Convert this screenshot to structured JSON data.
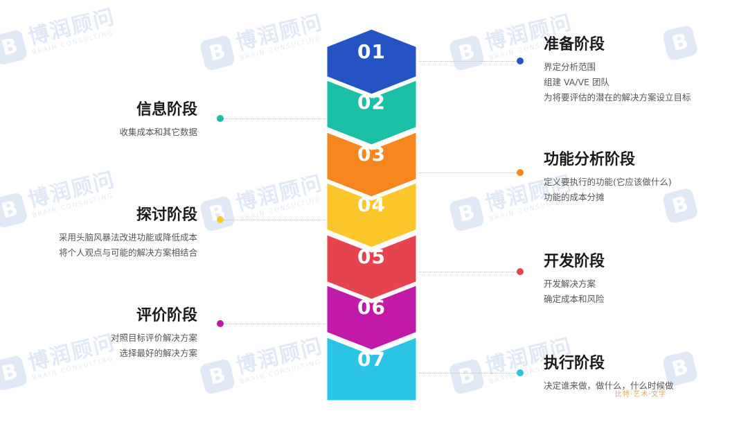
{
  "watermark": {
    "brand_cn": "博润顾问",
    "brand_en": "BRAIN CONSULTING",
    "logo_letter": "B"
  },
  "colors": {
    "s01": "#2454c4",
    "s02": "#1bbfa6",
    "s03": "#f7861f",
    "s04": "#fbc72a",
    "s05": "#e5444e",
    "s06": "#c11aa8",
    "s07": "#2cc4e4"
  },
  "stages": [
    {
      "number": "01",
      "title": "准备阶段",
      "desc": [
        "界定分析范围",
        "组建 VA/VE 团队",
        "为将要评估的潜在的解决方案设立目标"
      ]
    },
    {
      "number": "02",
      "title": "信息阶段",
      "desc": [
        "收集成本和其它数据"
      ]
    },
    {
      "number": "03",
      "title": "功能分析阶段",
      "desc": [
        "定义要执行的功能(它应该做什么)",
        "功能的成本分摊"
      ]
    },
    {
      "number": "04",
      "title": "探讨阶段",
      "desc": [
        "采用头脑风暴法改进功能或降低成本",
        "将个人观点与可能的解决方案相结合"
      ]
    },
    {
      "number": "05",
      "title": "开发阶段",
      "desc": [
        "开发解决方案",
        "确定成本和风险"
      ]
    },
    {
      "number": "06",
      "title": "评价阶段",
      "desc": [
        "对照目标评价解决方案",
        "选择最好的解决方案"
      ]
    },
    {
      "number": "07",
      "title": "执行阶段",
      "desc": [
        "决定谁来做，做什么，什么时候做"
      ]
    }
  ],
  "stamp_text": "比特·艺术·文字"
}
